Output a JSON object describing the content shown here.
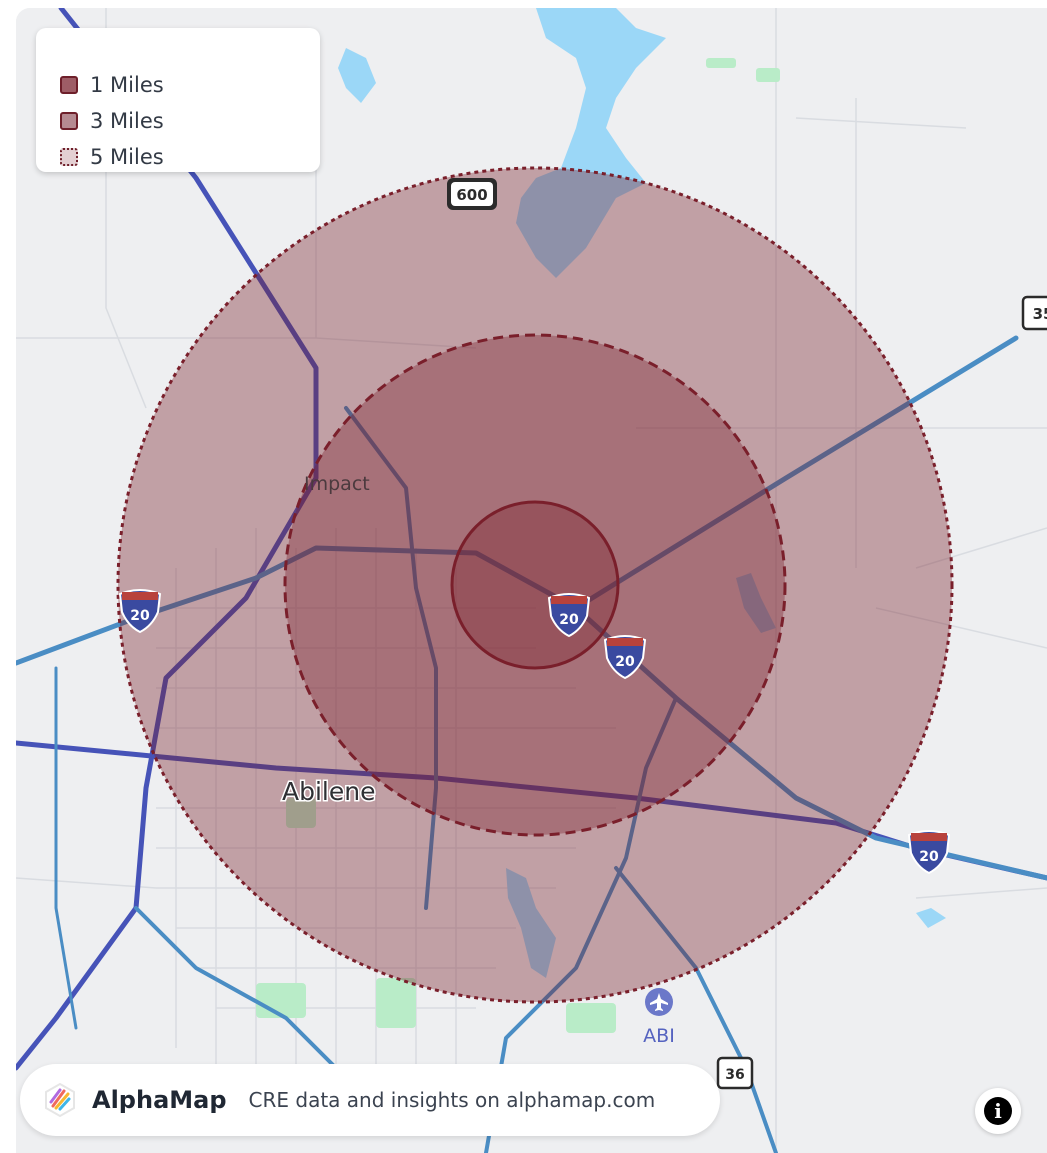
{
  "legend": {
    "items": [
      {
        "label": "1 Miles",
        "swatch_color": "#9e5d66"
      },
      {
        "label": "3 Miles",
        "swatch_color": "#b58a91"
      },
      {
        "label": "5 Miles",
        "swatch_color": "#e3cfd2"
      }
    ]
  },
  "map": {
    "places": {
      "city": "Abilene",
      "town": "Impact",
      "airport": "ABI"
    },
    "shields": {
      "interstate": "20",
      "farm_road": "600",
      "state_35": "35",
      "state_36": "36"
    },
    "colors": {
      "ring_fill": "#7a1f2b",
      "ring_stroke": "#7a1f2b",
      "water": "#9bd7f7",
      "road": "#4a8dc4",
      "highway": "#4653b8",
      "park": "#b9ecc8",
      "land": "#eeeff1"
    }
  },
  "brand": {
    "name": "AlphaMap",
    "tagline": "CRE data and insights on alphamap.com"
  },
  "info_button": {
    "glyph": "i"
  }
}
